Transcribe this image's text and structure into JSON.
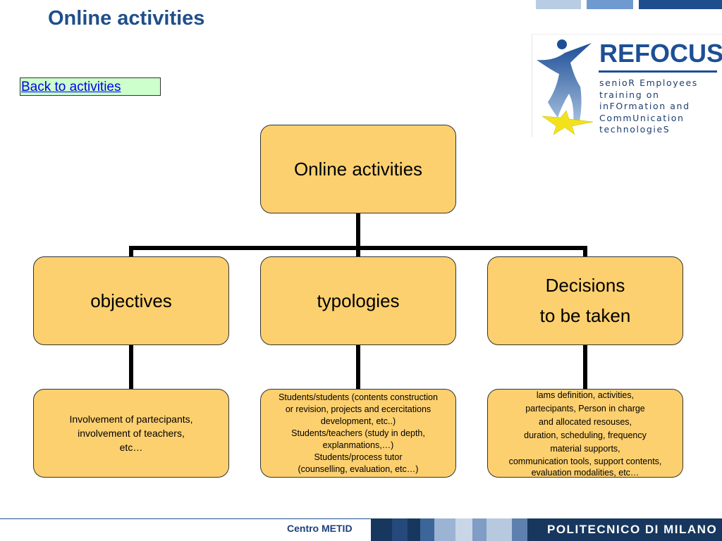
{
  "slide": {
    "title": "Online activities",
    "back_link": "Back to activities"
  },
  "logo": {
    "brand": "REFOCUS",
    "lines": [
      "senioR Employees",
      "training on",
      "inFOrmation and",
      "CommUnication",
      "technologieS"
    ]
  },
  "diagram": {
    "root": "Online activities",
    "branches": [
      {
        "label": [
          "objectives"
        ],
        "detail": [
          "Involvement of partecipants,",
          "involvement of teachers,",
          "etc…"
        ]
      },
      {
        "label": [
          "typologies"
        ],
        "detail": [
          "Students/students (contents construction",
          "or revision, projects and ecercitations",
          "development, etc..)",
          "Students/teachers (study in depth,",
          "explanmations,…)",
          "Students/process tutor",
          "(counselling, evaluation, etc…)"
        ]
      },
      {
        "label": [
          "Decisions",
          "to be taken"
        ],
        "detail": [
          "lams definition, activities,",
          "partecipants, Person in charge",
          "and allocated resouses,",
          "duration, scheduling, frequency",
          "material supports,",
          "communication tools, support contents,",
          "evaluation modalities, etc…"
        ]
      }
    ]
  },
  "footer": {
    "center": "Centro METID",
    "org": "POLITECNICO DI MILANO"
  },
  "colors": {
    "box_fill": "#fdd06f",
    "title": "#1f4e8c",
    "footer_band": "#17375e",
    "link_bg": "#ccffcc"
  }
}
